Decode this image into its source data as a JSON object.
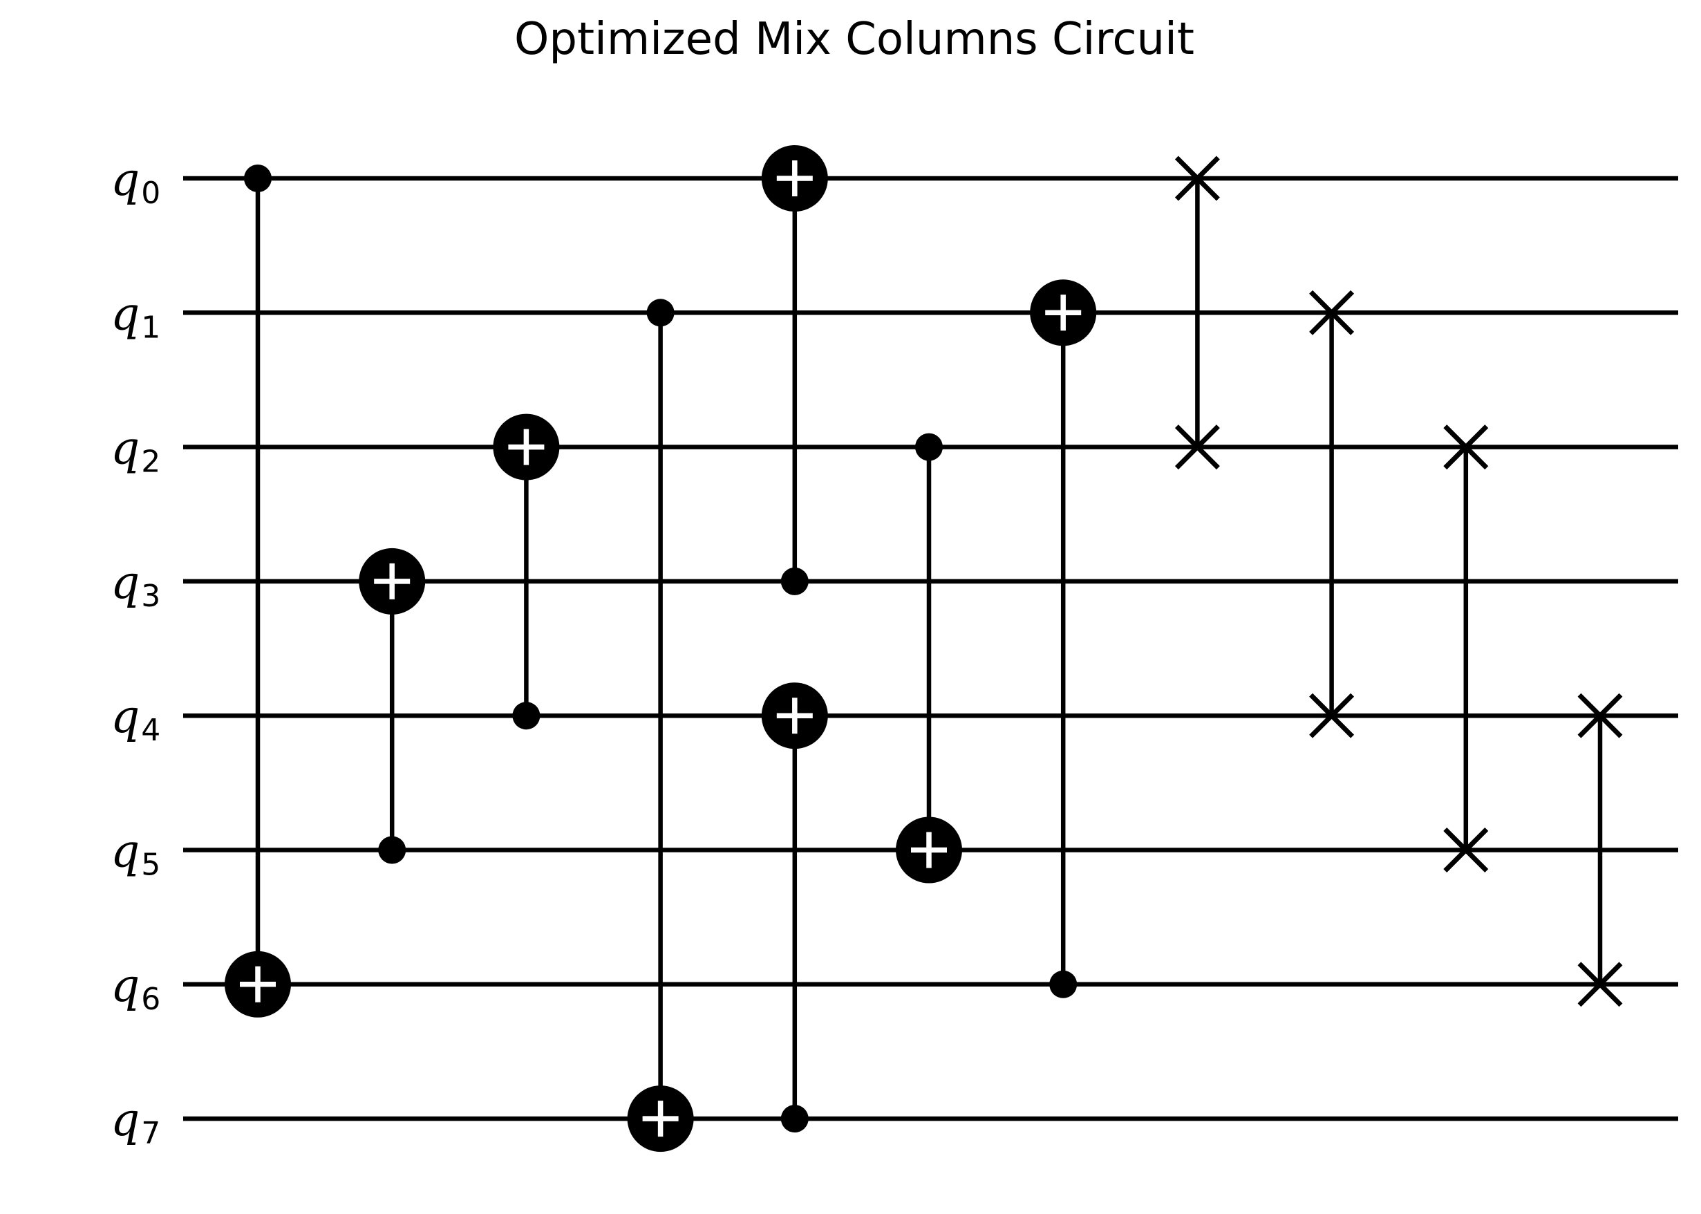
{
  "title": "Optimized Mix Columns Circuit",
  "colors": {
    "background": "#ffffff",
    "ink": "#000000",
    "target_cross": "#ffffff"
  },
  "qubits": [
    {
      "label": "q",
      "index": "0"
    },
    {
      "label": "q",
      "index": "1"
    },
    {
      "label": "q",
      "index": "2"
    },
    {
      "label": "q",
      "index": "3"
    },
    {
      "label": "q",
      "index": "4"
    },
    {
      "label": "q",
      "index": "5"
    },
    {
      "label": "q",
      "index": "6"
    },
    {
      "label": "q",
      "index": "7"
    }
  ],
  "gates": [
    {
      "type": "cx",
      "control": 0,
      "target": 6
    },
    {
      "type": "cx",
      "control": 5,
      "target": 3
    },
    {
      "type": "cx",
      "control": 4,
      "target": 2
    },
    {
      "type": "cx",
      "control": 1,
      "target": 7
    },
    {
      "type": "cx",
      "control": 3,
      "target": 0
    },
    {
      "type": "cx",
      "control": 7,
      "target": 4
    },
    {
      "type": "cx",
      "control": 2,
      "target": 5
    },
    {
      "type": "cx",
      "control": 6,
      "target": 1
    },
    {
      "type": "swap",
      "qubits": [
        0,
        2
      ]
    },
    {
      "type": "swap",
      "qubits": [
        1,
        4
      ]
    },
    {
      "type": "swap",
      "qubits": [
        2,
        5
      ]
    },
    {
      "type": "swap",
      "qubits": [
        4,
        6
      ]
    }
  ],
  "gate_columns": [
    0,
    1,
    2,
    3,
    4,
    4,
    5,
    6,
    7,
    8,
    9,
    10
  ]
}
